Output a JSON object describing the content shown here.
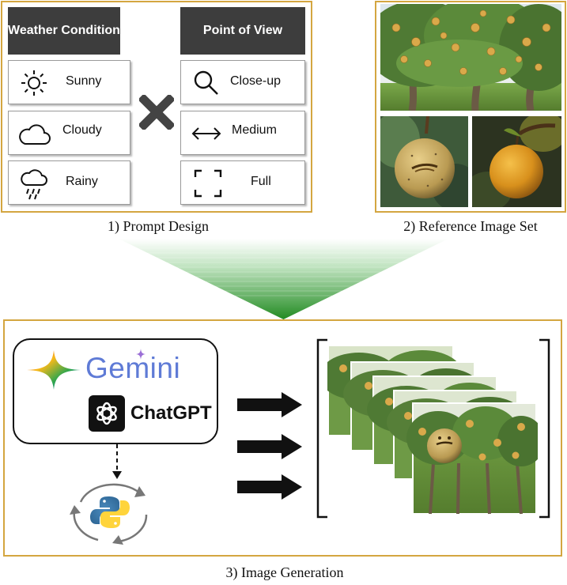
{
  "prompt_design": {
    "weather_header": "Weather Condition",
    "view_header": "Point of View",
    "weather_options": [
      "Sunny",
      "Cloudy",
      "Rainy"
    ],
    "view_options": [
      "Close-up",
      "Medium",
      "Full"
    ],
    "caption": "1) Prompt Design"
  },
  "reference": {
    "caption": "2) Reference Image Set"
  },
  "generation": {
    "gemini_label": "Gemini",
    "chatgpt_label": "ChatGPT",
    "caption": "3) Image Generation"
  },
  "colors": {
    "panel_border": "#d4a640",
    "header_bg": "#3d3d3d",
    "funnel_green": "#2e8b2e",
    "gemini_text": "#5f7bd6"
  }
}
